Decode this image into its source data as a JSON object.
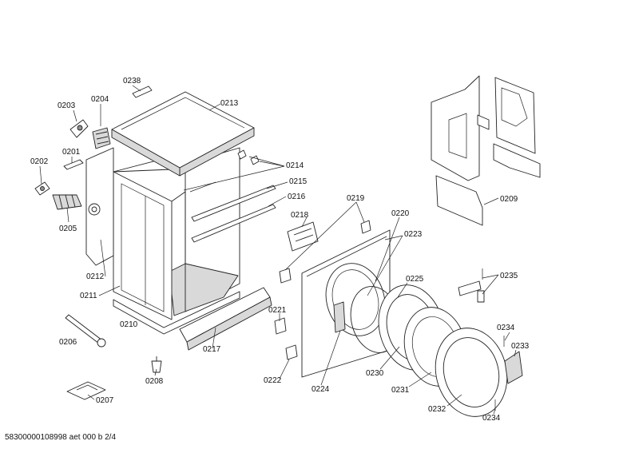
{
  "callouts": [
    {
      "id": "0238",
      "text": "0238"
    },
    {
      "id": "0213",
      "text": "0213"
    },
    {
      "id": "0203",
      "text": "0203"
    },
    {
      "id": "0204",
      "text": "0204"
    },
    {
      "id": "0201",
      "text": "0201"
    },
    {
      "id": "0202",
      "text": "0202"
    },
    {
      "id": "0205",
      "text": "0205"
    },
    {
      "id": "0214",
      "text": "0214"
    },
    {
      "id": "0215",
      "text": "0215"
    },
    {
      "id": "0216",
      "text": "0216"
    },
    {
      "id": "0218",
      "text": "0218"
    },
    {
      "id": "0219",
      "text": "0219"
    },
    {
      "id": "0220",
      "text": "0220"
    },
    {
      "id": "0223",
      "text": "0223"
    },
    {
      "id": "0212",
      "text": "0212"
    },
    {
      "id": "0211",
      "text": "0211"
    },
    {
      "id": "0210",
      "text": "0210"
    },
    {
      "id": "0217",
      "text": "0217"
    },
    {
      "id": "0206",
      "text": "0206"
    },
    {
      "id": "0208",
      "text": "0208"
    },
    {
      "id": "0207",
      "text": "0207"
    },
    {
      "id": "0221",
      "text": "0221"
    },
    {
      "id": "0222",
      "text": "0222"
    },
    {
      "id": "0224",
      "text": "0224"
    },
    {
      "id": "0225",
      "text": "0225"
    },
    {
      "id": "0230",
      "text": "0230"
    },
    {
      "id": "0231",
      "text": "0231"
    },
    {
      "id": "0232",
      "text": "0232"
    },
    {
      "id": "0235",
      "text": "0235"
    },
    {
      "id": "0234a",
      "text": "0234"
    },
    {
      "id": "0233",
      "text": "0233"
    },
    {
      "id": "0234b",
      "text": "0234"
    },
    {
      "id": "0209",
      "text": "0209"
    }
  ],
  "footer": {
    "text": "58300000108998 aet 000 b 2/4"
  }
}
